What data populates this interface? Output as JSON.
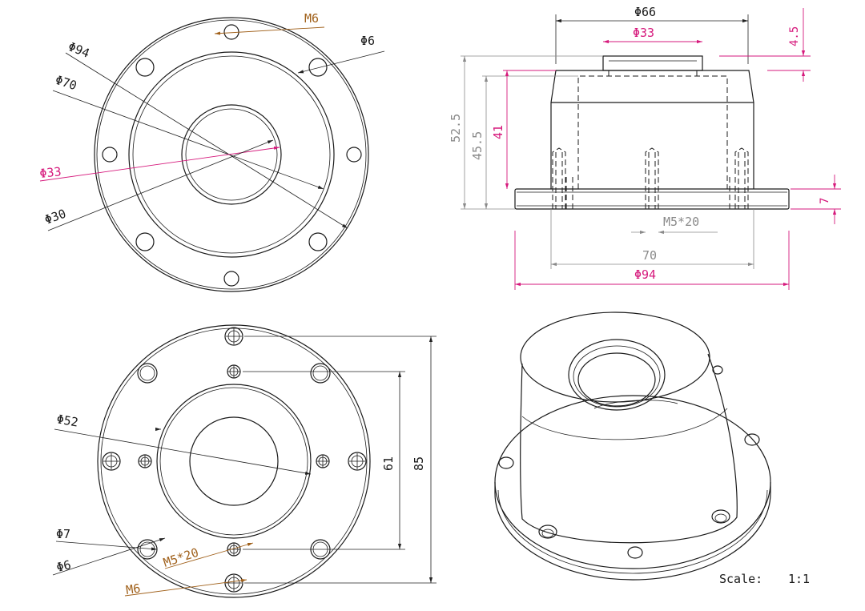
{
  "colors": {
    "line": "#1a1a1a",
    "dim_black": "#222222",
    "dim_gray": "#8a8a8a",
    "dim_magenta": "#d6197c",
    "dim_brown": "#a0601a"
  },
  "front_view": {
    "m6": "M6",
    "phi6": "Φ6",
    "phi94": "Φ94",
    "phi70": "Φ70",
    "phi33": "Φ33",
    "phi30": "Φ30"
  },
  "side_view": {
    "phi66": "Φ66",
    "phi33": "Φ33",
    "h4_5": "4.5",
    "h52_5": "52.5",
    "h45_5": "45.5",
    "h41": "41",
    "h7": "7",
    "m5x20": "M5*20",
    "w70": "70",
    "phi94": "Φ94"
  },
  "bottom_view": {
    "phi52": "Φ52",
    "d61": "61",
    "d85": "85",
    "phi7": "Φ7",
    "phi6": "Φ6",
    "m5x20": "M5*20",
    "m6": "M6"
  },
  "title_block": {
    "scale_label": "Scale:",
    "scale_value": "1:1"
  }
}
